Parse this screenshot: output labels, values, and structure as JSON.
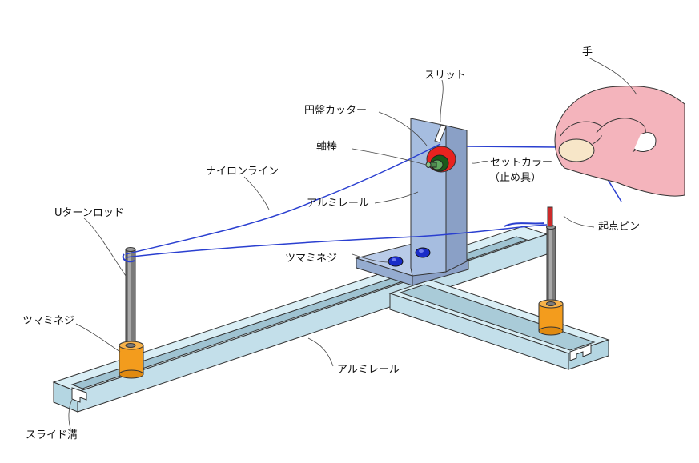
{
  "labels": {
    "hand": "手",
    "slit": "スリット",
    "disc_cutter": "円盤カッター",
    "shaft": "軸棒",
    "set_collar": "セットカラー",
    "set_collar_note": "（止め具）",
    "nylon_line": "ナイロンライン",
    "aluminum_rail_upper": "アルミレール",
    "u_turn_rod": "Uターンロッド",
    "start_pin": "起点ピン",
    "thumbscrew_center": "ツマミネジ",
    "thumbscrew_left": "ツマミネジ",
    "aluminum_rail_lower": "アルミレール",
    "slide_groove": "スライド溝"
  },
  "colors": {
    "rail": "#c6e2ec",
    "upright": "#a6bde0",
    "nylon": "#2a3fd0",
    "cutter": "#e8221f",
    "shaft": "#4f8a4f",
    "collar": "#f39c1d",
    "rod": "#7a7a7a",
    "hand": "#f4b4bc",
    "screw": "#1a2cc8",
    "pin": "#cc2a2a"
  }
}
